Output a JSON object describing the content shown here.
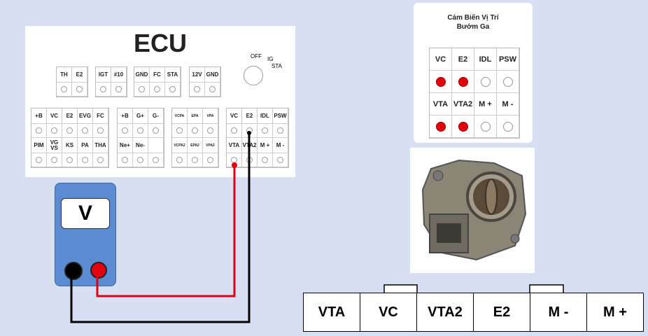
{
  "ecu": {
    "title": "ECU",
    "switch": {
      "off": "OFF",
      "ig": "IG",
      "sta": "STA"
    },
    "groups": [
      {
        "cols": 2,
        "rows": [
          [
            "TH",
            "E2"
          ]
        ]
      },
      {
        "cols": 2,
        "rows": [
          [
            "IGT",
            "#10"
          ]
        ]
      },
      {
        "cols": 3,
        "rows": [
          [
            "GND",
            "FC",
            "STA"
          ]
        ]
      },
      {
        "cols": 2,
        "rows": [
          [
            "12V",
            "GND"
          ]
        ]
      },
      {
        "cols": 5,
        "rows": [
          [
            "+B",
            "VC",
            "E2",
            "EVG",
            "FC"
          ],
          [
            "PIM",
            "VG VS",
            "KS",
            "PA",
            "THA"
          ]
        ]
      },
      {
        "cols": 3,
        "rows": [
          [
            "+B",
            "G+",
            "G-"
          ],
          [
            "Ne+",
            "Ne-",
            ""
          ]
        ]
      },
      {
        "cols": 3,
        "small": true,
        "rows": [
          [
            "VCPA",
            "EPA",
            "VPA"
          ],
          [
            "VCPA2",
            "EPA2",
            "VPA2"
          ]
        ]
      },
      {
        "cols": 4,
        "rows": [
          [
            "VC",
            "E2",
            "IDL",
            "PSW"
          ],
          [
            "VTA",
            "VTA2",
            "M +",
            "M -"
          ]
        ]
      }
    ]
  },
  "meter": {
    "display": "V"
  },
  "sensor": {
    "title_line1": "Cảm Biến Vị Trí",
    "title_line2": "Bướm Ga",
    "rows": [
      [
        "VC",
        "E2",
        "IDL",
        "PSW"
      ],
      [
        "VTA",
        "VTA2",
        "M +",
        "M -"
      ]
    ],
    "active": [
      [
        true,
        true,
        false,
        false
      ],
      [
        true,
        true,
        false,
        false
      ]
    ]
  },
  "connector": {
    "pins": [
      "VTA",
      "VC",
      "VTA2",
      "E2",
      "M -",
      "M +"
    ]
  },
  "colors": {
    "background": "#d6e0f2",
    "probe_red": "#e2000f",
    "probe_black": "#000000",
    "meter": "#5b8bd0"
  }
}
